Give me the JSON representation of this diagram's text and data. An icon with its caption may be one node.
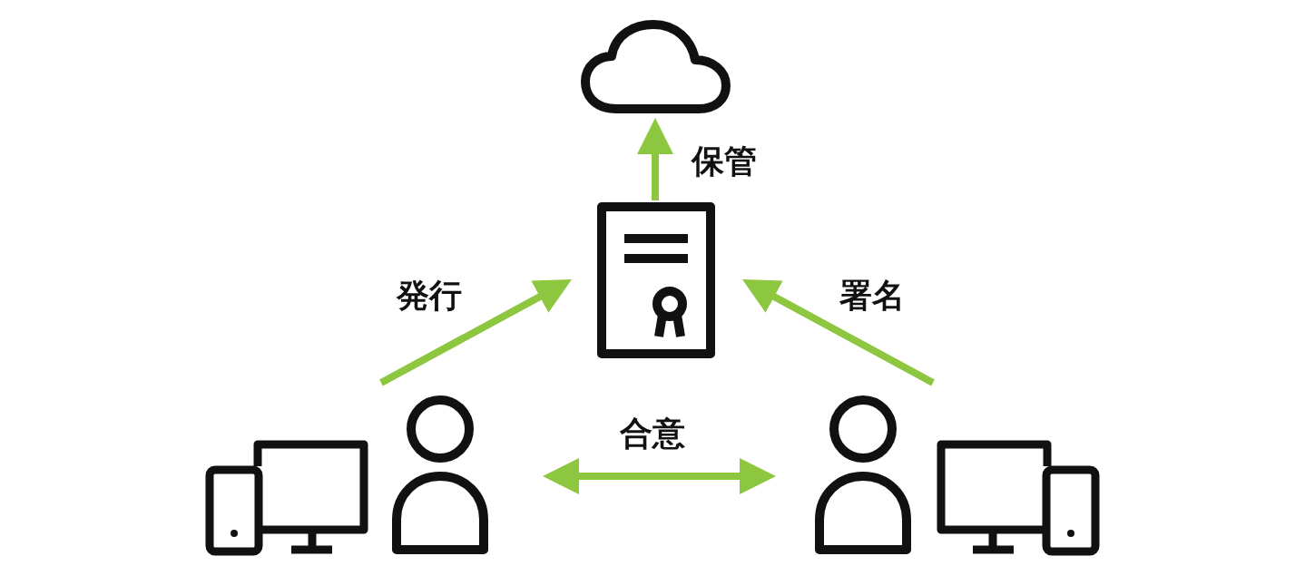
{
  "diagram": {
    "nodes": [
      {
        "text": [],
        "shape": "cloud"
      },
      {
        "text": [],
        "shape": "document"
      },
      {
        "text": [],
        "shape": "person"
      },
      {
        "text": [],
        "shape": "person"
      }
    ],
    "edges": [
      {
        "from": 1,
        "to": 0,
        "arrow": "to",
        "label": "保管"
      },
      {
        "from": 2,
        "to": 1,
        "arrow": "to",
        "label": "発行"
      },
      {
        "from": 3,
        "to": 1,
        "arrow": "to",
        "label": "署名"
      },
      {
        "from": 2,
        "to": 3,
        "arrow": "both",
        "label": "合意"
      }
    ]
  }
}
